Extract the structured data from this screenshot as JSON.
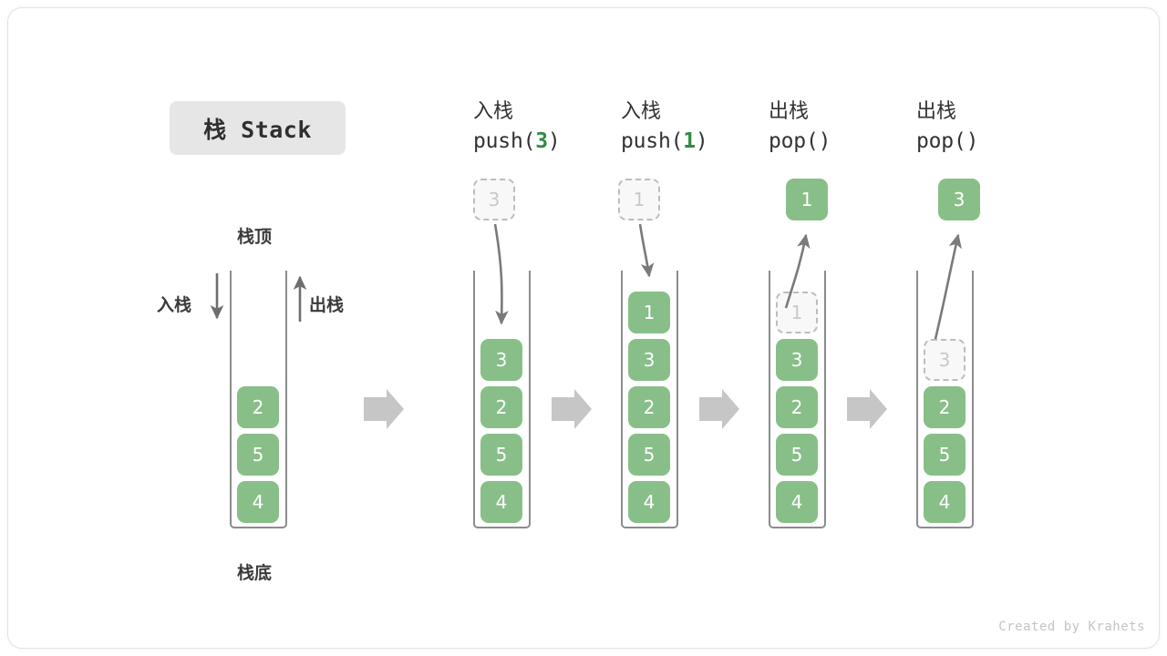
{
  "figure": {
    "title_badge": "栈 Stack",
    "credit": "Created by Krahets",
    "accent_green": "#88bf88",
    "ghost_gray": "#bdbdbd",
    "arrow_gray": "#7a7a7a",
    "block_arrow_gray": "#c6c6c6",
    "badge_bg": "#e6e6e6"
  },
  "annotations": {
    "top_label": "栈顶",
    "bottom_label": "栈底",
    "push_label": "入栈",
    "pop_label": "出栈"
  },
  "columns": [
    {
      "id": "initial",
      "header_line1": "",
      "header_line2": "",
      "header_arg": "",
      "floating": null,
      "stack": [
        {
          "value": "2",
          "state": "solid"
        },
        {
          "value": "5",
          "state": "solid"
        },
        {
          "value": "4",
          "state": "solid"
        }
      ]
    },
    {
      "id": "push-3",
      "header_line1": "入栈",
      "header_line2_prefix": "push(",
      "header_arg": "3",
      "header_line2_suffix": ")",
      "floating": {
        "value": "3",
        "state": "ghost"
      },
      "arrow_direction": "down",
      "stack": [
        {
          "value": "3",
          "state": "solid"
        },
        {
          "value": "2",
          "state": "solid"
        },
        {
          "value": "5",
          "state": "solid"
        },
        {
          "value": "4",
          "state": "solid"
        }
      ]
    },
    {
      "id": "push-1",
      "header_line1": "入栈",
      "header_line2_prefix": "push(",
      "header_arg": "1",
      "header_line2_suffix": ")",
      "floating": {
        "value": "1",
        "state": "ghost"
      },
      "arrow_direction": "down",
      "stack": [
        {
          "value": "1",
          "state": "solid"
        },
        {
          "value": "3",
          "state": "solid"
        },
        {
          "value": "2",
          "state": "solid"
        },
        {
          "value": "5",
          "state": "solid"
        },
        {
          "value": "4",
          "state": "solid"
        }
      ]
    },
    {
      "id": "pop-1",
      "header_line1": "出栈",
      "header_line2_prefix": "pop(",
      "header_arg": "",
      "header_line2_suffix": ")",
      "floating": {
        "value": "1",
        "state": "solid"
      },
      "arrow_direction": "up",
      "stack": [
        {
          "value": "1",
          "state": "ghost"
        },
        {
          "value": "3",
          "state": "solid"
        },
        {
          "value": "2",
          "state": "solid"
        },
        {
          "value": "5",
          "state": "solid"
        },
        {
          "value": "4",
          "state": "solid"
        }
      ]
    },
    {
      "id": "pop-3",
      "header_line1": "出栈",
      "header_line2_prefix": "pop(",
      "header_arg": "",
      "header_line2_suffix": ")",
      "floating": {
        "value": "3",
        "state": "solid"
      },
      "arrow_direction": "up",
      "stack": [
        {
          "value": "3",
          "state": "ghost"
        },
        {
          "value": "2",
          "state": "solid"
        },
        {
          "value": "5",
          "state": "solid"
        },
        {
          "value": "4",
          "state": "solid"
        }
      ]
    }
  ]
}
